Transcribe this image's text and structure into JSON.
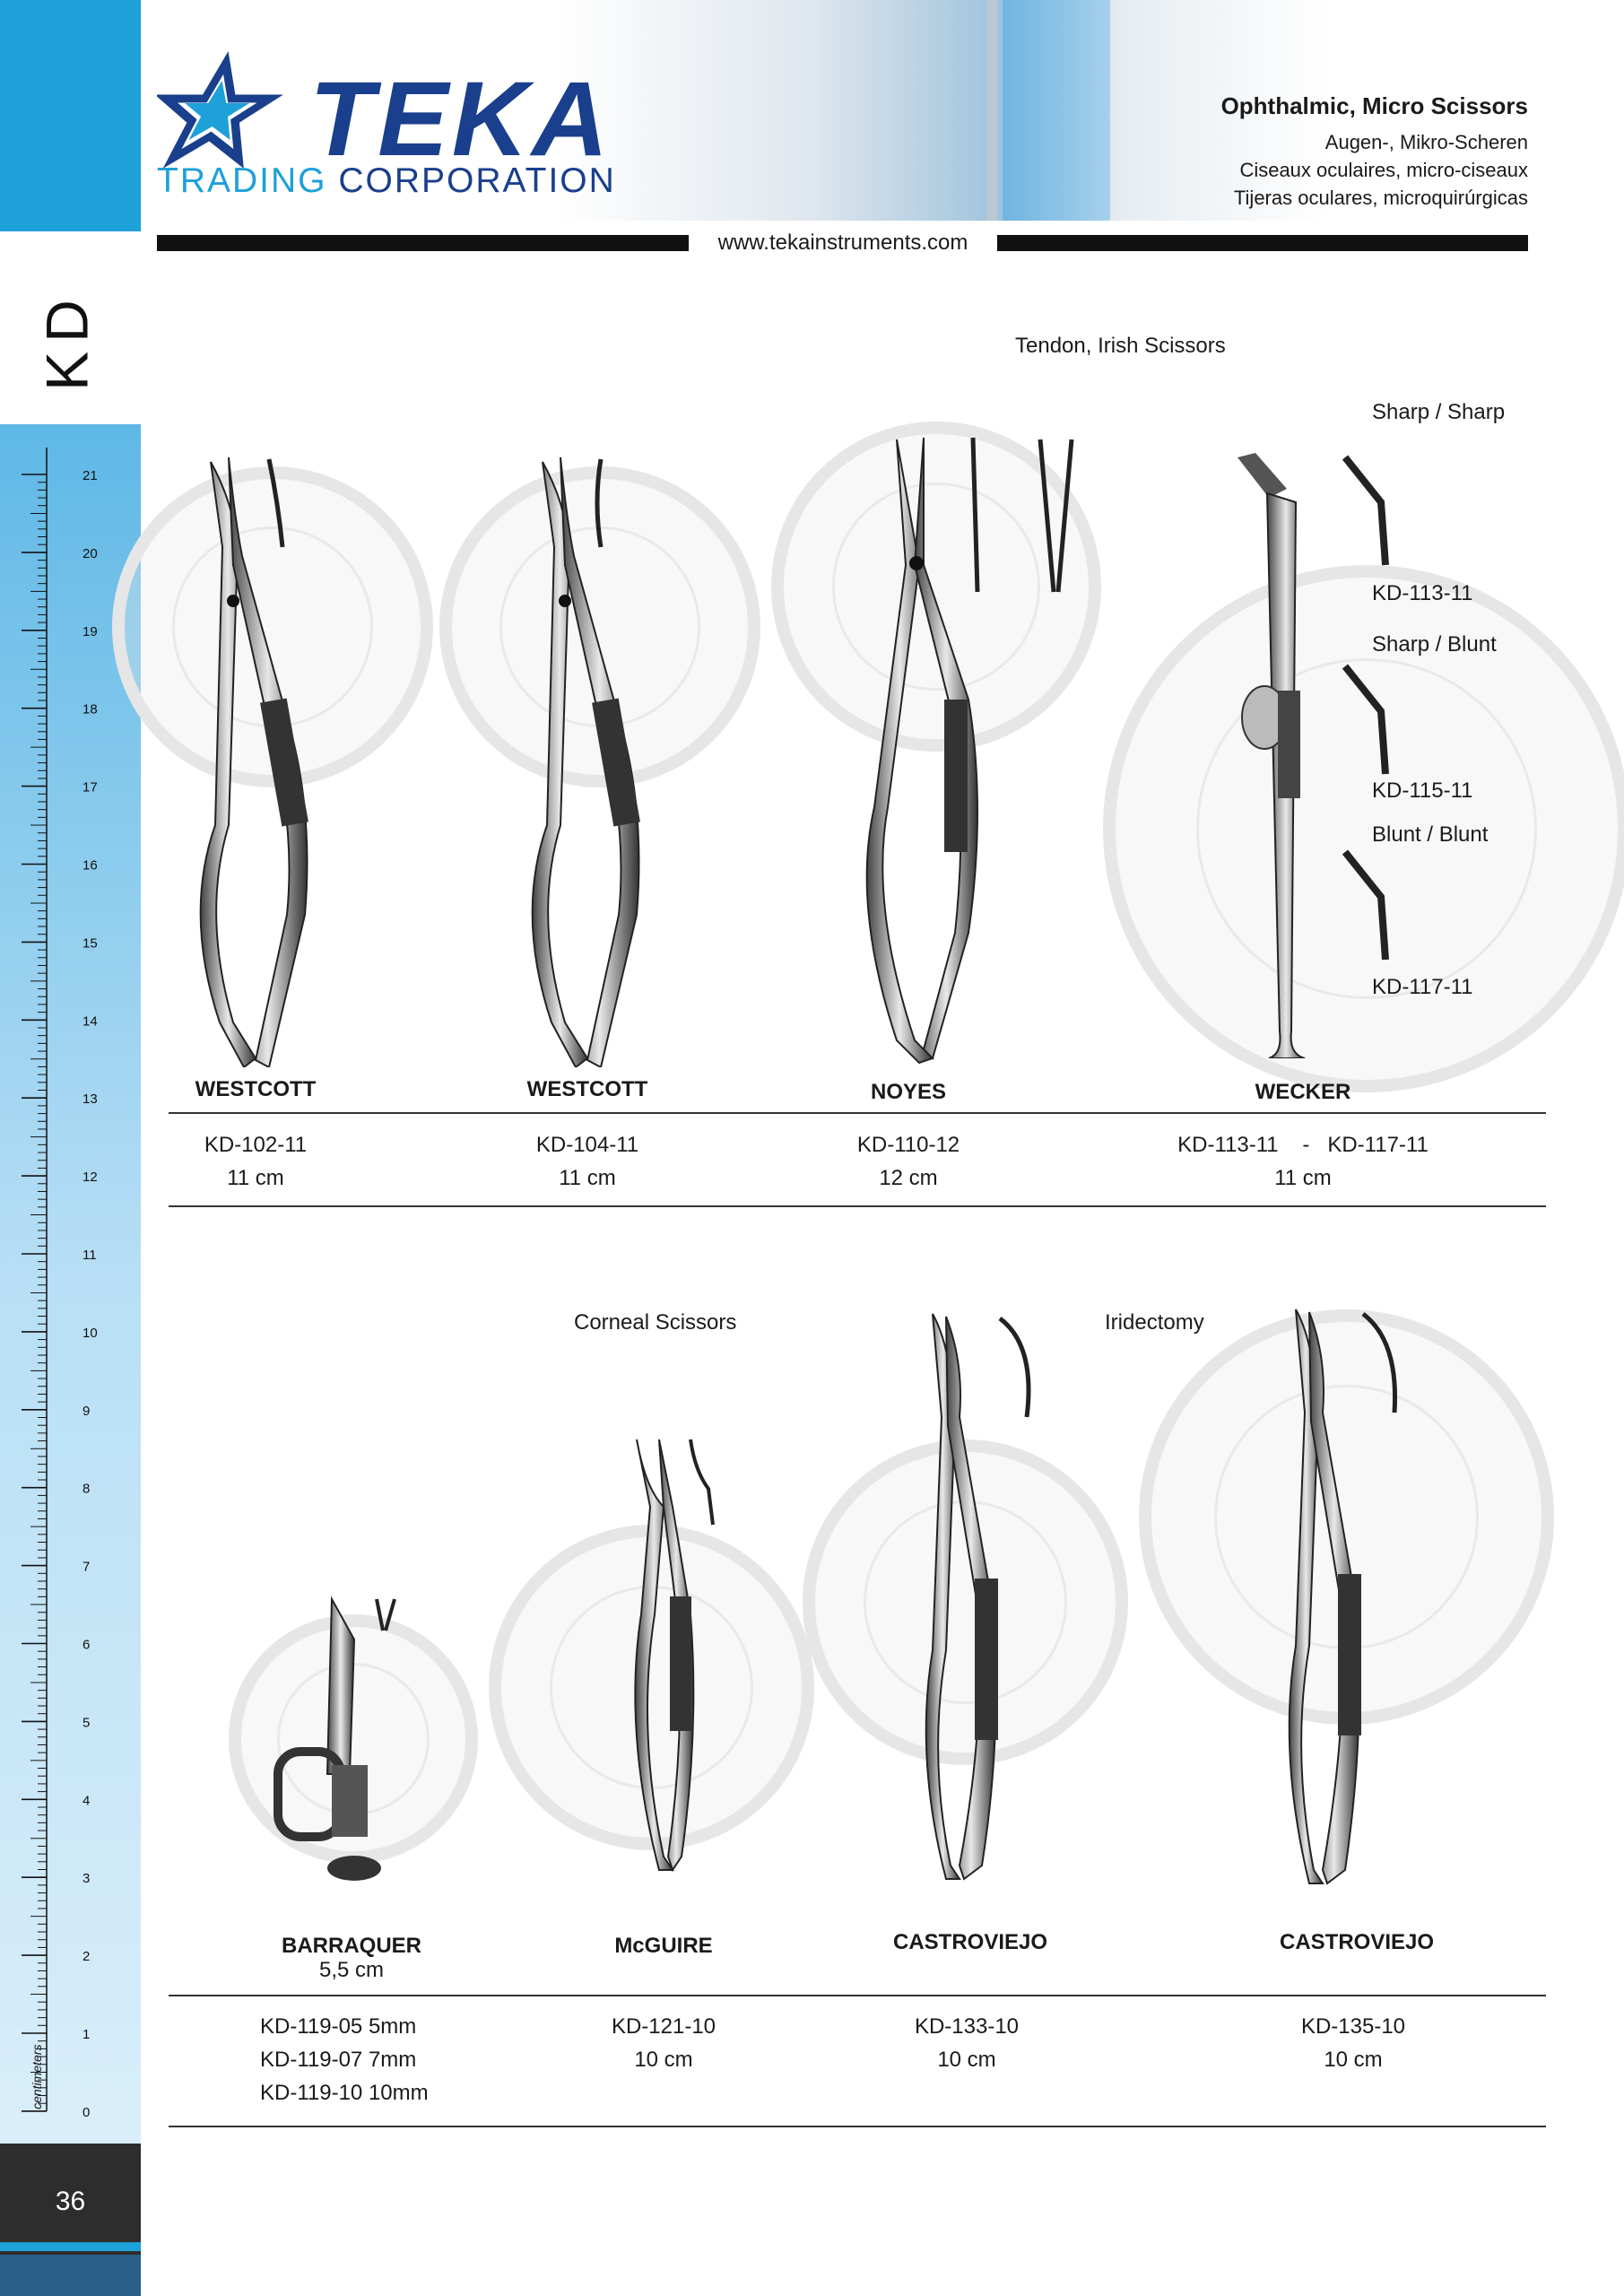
{
  "brand": {
    "logo_text": "TEKA",
    "sub_1": "TRADING",
    "sub_2": "CORPORATION",
    "website": "www.tekainstruments.com"
  },
  "header": {
    "title": "Ophthalmic, Micro Scissors",
    "sub_de": "Augen-, Mikro-Scheren",
    "sub_fr": "Ciseaux oculaires, micro-ciseaux",
    "sub_es": "Tijeras oculares, microquirúrgicas"
  },
  "rail": {
    "section": "KD",
    "ruler_unit": "centimeters",
    "ruler_labels": [
      "21",
      "20",
      "19",
      "18",
      "17",
      "16",
      "15",
      "14",
      "13",
      "12",
      "11",
      "10",
      "9",
      "8",
      "7",
      "6",
      "5",
      "4",
      "3",
      "2",
      "1",
      "0"
    ],
    "page_number": "36"
  },
  "row1": {
    "group_label": "Tendon,  Irish  Scissors",
    "tip_variants": [
      {
        "tip": "Sharp / Sharp",
        "code": "KD-113-11"
      },
      {
        "tip": "Sharp / Blunt",
        "code": "KD-115-11"
      },
      {
        "tip": "Blunt / Blunt",
        "code": "KD-117-11"
      }
    ],
    "products": [
      {
        "name": "WESTCOTT",
        "code": "KD-102-11",
        "size": "11 cm"
      },
      {
        "name": "WESTCOTT",
        "code": "KD-104-11",
        "size": "11 cm"
      },
      {
        "name": "NOYES",
        "code": "KD-110-12",
        "size": "12 cm"
      },
      {
        "name": "WECKER",
        "code": "KD-113-11    -   KD-117-11",
        "size": "11  cm"
      }
    ]
  },
  "row2": {
    "group_label_corneal": "Corneal  Scissors",
    "group_label_iridectomy": "Iridectomy",
    "products": [
      {
        "name": "BARRAQUER",
        "size_line": "5,5 cm",
        "codes": [
          "KD-119-05  5mm",
          "KD-119-07  7mm",
          "KD-119-10  10mm"
        ]
      },
      {
        "name": "McGUIRE",
        "code": "KD-121-10",
        "size": "10 cm"
      },
      {
        "name": "CASTROVIEJO",
        "code": "KD-133-10",
        "size": "10 cm"
      },
      {
        "name": "CASTROVIEJO",
        "code": "KD-135-10",
        "size": "10 cm"
      }
    ]
  },
  "colors": {
    "brand_blue": "#1ea0d8",
    "brand_navy": "#1a3f8c",
    "rail_dark": "#2d2d2d"
  }
}
